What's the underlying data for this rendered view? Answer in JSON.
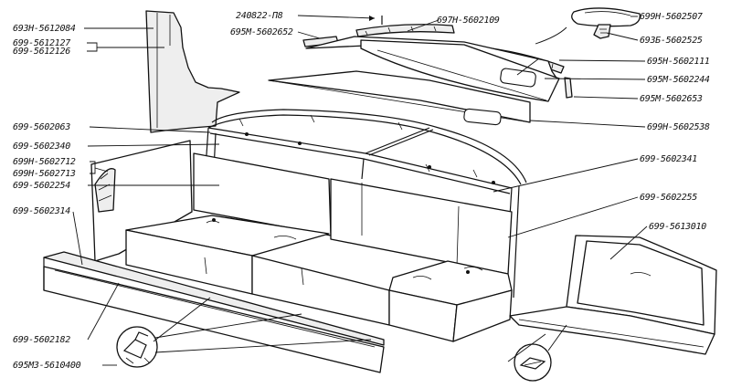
{
  "labels": {
    "l01": "693Н-5612084",
    "l02": "699-5612127",
    "l03": "699-5612126",
    "l04": "699-5602063",
    "l05": "699-5602340",
    "l06": "699Н-5602712",
    "l07": "699Н-5602713",
    "l08": "699-5602254",
    "l09": "699-5602314",
    "l10": "699-5602182",
    "l11": "695МЗ-5610400",
    "l12": "240822-П8",
    "l13": "695М-5602652",
    "l14": "697Н-5602109",
    "l15": "699Н-5602507",
    "l16": "693Б-5602525",
    "l17": "695Н-5602111",
    "l18": "695М-5602244",
    "l19": "695М-5602653",
    "l20": "699Н-5602538",
    "l21": "699-5602341",
    "l22": "699-5602255",
    "l23": "699-5613010"
  }
}
